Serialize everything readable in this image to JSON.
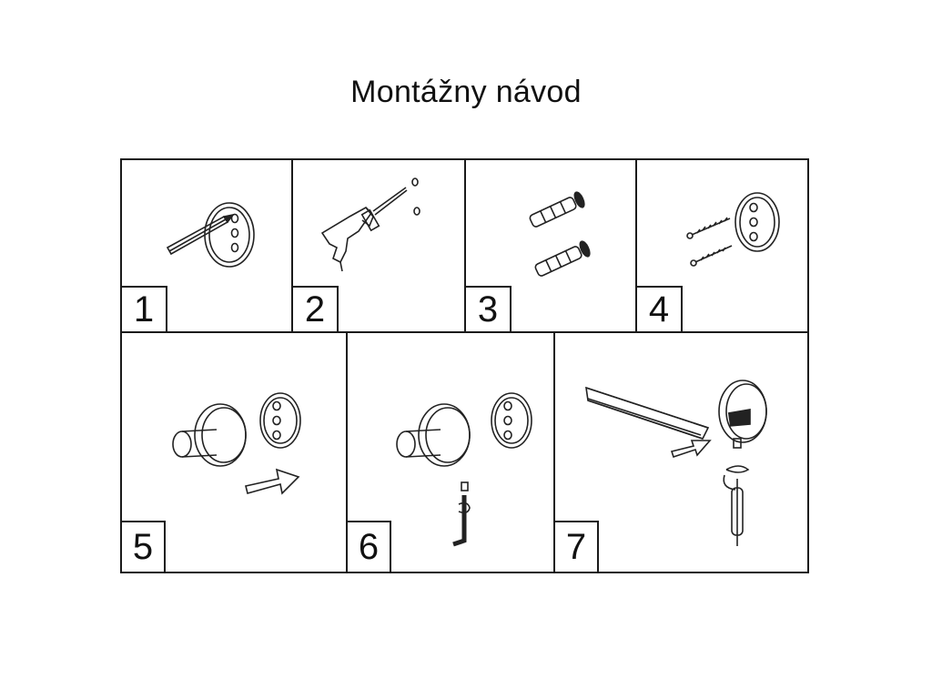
{
  "title": "Montážny návod",
  "steps": [
    {
      "number": "1",
      "icon": "pencil-mark-icon"
    },
    {
      "number": "2",
      "icon": "drill-icon"
    },
    {
      "number": "3",
      "icon": "wall-plugs-icon"
    },
    {
      "number": "4",
      "icon": "screws-plate-icon"
    },
    {
      "number": "5",
      "icon": "mount-holder-icon"
    },
    {
      "number": "6",
      "icon": "hex-key-icon"
    },
    {
      "number": "7",
      "icon": "insert-shelf-icon"
    }
  ]
}
